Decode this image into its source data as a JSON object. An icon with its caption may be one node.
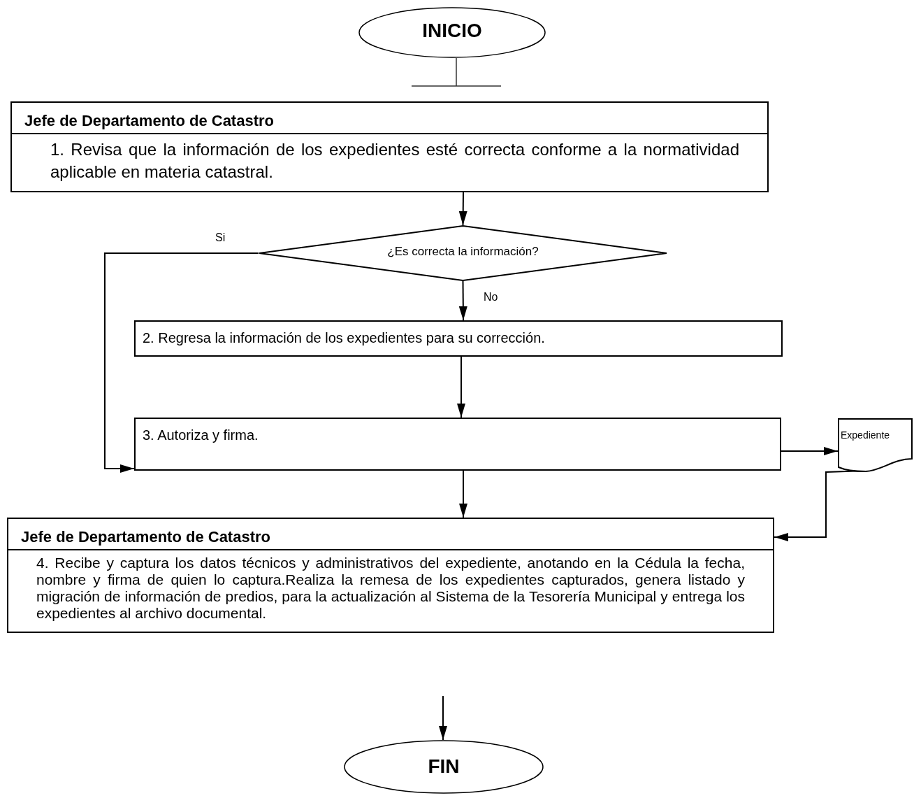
{
  "diagram": {
    "nodes": [
      {
        "text": [
          "INICIO"
        ]
      },
      {
        "text": [
          "Jefe de Departamento de Catastro",
          "1.  Revisa que la información de los expedientes esté correcta conforme a la normatividad aplicable en materia catastral."
        ]
      },
      {
        "text": [
          "¿Es correcta la información?"
        ]
      },
      {
        "text": [
          "2. Regresa la información de los expedientes para su corrección."
        ]
      },
      {
        "text": [
          "3. Autoriza y firma."
        ]
      },
      {
        "text": [
          "Expediente"
        ]
      },
      {
        "text": [
          "Jefe de Departamento de Catastro",
          "4. Recibe y captura los datos técnicos y administrativos del expediente, anotando en la Cédula la fecha, nombre y firma de quien lo captura.Realiza la remesa de los expedientes capturados, genera listado y migración de información de predios, para la actualización al Sistema de la Tesorería Municipal y entrega los expedientes al archivo documental."
        ]
      },
      {
        "text": [
          "FIN"
        ]
      }
    ],
    "edges": [
      {
        "from": 0,
        "to": 1,
        "arrow": "other"
      },
      {
        "from": 1,
        "to": 2,
        "arrow": "to"
      },
      {
        "from": 2,
        "to": 3,
        "arrow": "to",
        "label": "No"
      },
      {
        "from": 2,
        "to": 4,
        "arrow": "to",
        "label": "Si"
      },
      {
        "from": 3,
        "to": 4,
        "arrow": "to"
      },
      {
        "from": 4,
        "to": 5,
        "arrow": "to"
      },
      {
        "from": 5,
        "to": 6,
        "arrow": "to"
      },
      {
        "from": 4,
        "to": 6,
        "arrow": "to"
      },
      {
        "from": null,
        "to": 7,
        "arrow": "to"
      }
    ]
  }
}
